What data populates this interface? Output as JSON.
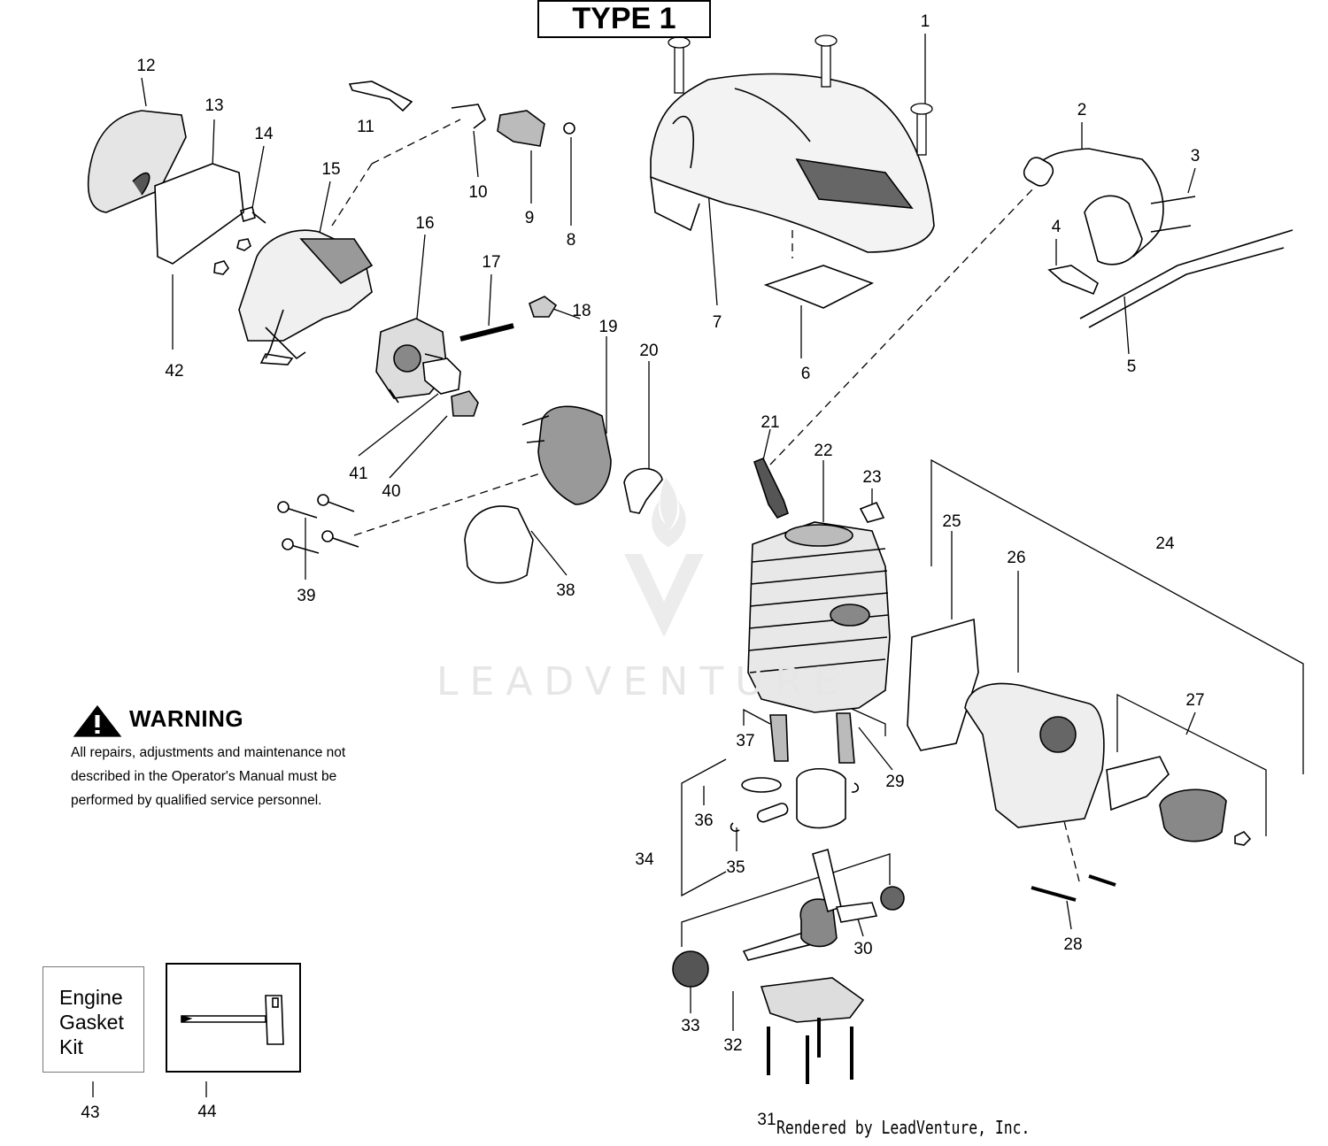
{
  "header": {
    "type_label": "TYPE 1"
  },
  "warning": {
    "title": "WARNING",
    "lines": [
      "All repairs, adjustments and maintenance not",
      "described in the Operator's Manual must be",
      "performed by qualified  service personnel."
    ]
  },
  "kit_box": {
    "lines": [
      "Engine",
      "Gasket",
      "Kit"
    ]
  },
  "watermark": {
    "text": "LEADVENTURE"
  },
  "credit": "Rendered by LeadVenture, Inc.",
  "callouts": [
    "1",
    "2",
    "3",
    "4",
    "5",
    "6",
    "7",
    "8",
    "9",
    "10",
    "11",
    "12",
    "13",
    "14",
    "15",
    "16",
    "17",
    "18",
    "19",
    "20",
    "21",
    "22",
    "23",
    "24",
    "25",
    "26",
    "27",
    "28",
    "29",
    "30",
    "31",
    "32",
    "33",
    "34",
    "35",
    "36",
    "37",
    "38",
    "39",
    "40",
    "41",
    "42",
    "43",
    "44"
  ],
  "icons": {
    "warning": "warning-triangle-icon",
    "tool": "scrench-tool-icon",
    "watermark": "leadventure-logo-icon"
  }
}
